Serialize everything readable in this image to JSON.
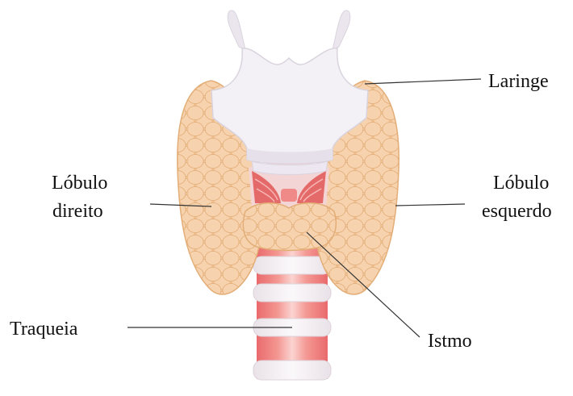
{
  "labels": {
    "laringe": "Laringe",
    "lobulo_direito_line1": "Lóbulo",
    "lobulo_direito_line2": "direito",
    "lobulo_esquerdo_line1": "Lóbulo",
    "lobulo_esquerdo_line2": "esquerdo",
    "traqueia": "Traqueia",
    "istmo": "Istmo"
  },
  "colors": {
    "lobe_fill": "#f3c99b",
    "lobe_outline": "#e3ad77",
    "larynx_fill": "#f4f1f6",
    "larynx_outline": "#d9d3de",
    "trachea_red": "#ef7f7e",
    "trachea_light": "#fbd4d1",
    "ring_white": "#f6f2f4",
    "muscle_red": "#e46a6a",
    "leader_line": "#333333"
  }
}
